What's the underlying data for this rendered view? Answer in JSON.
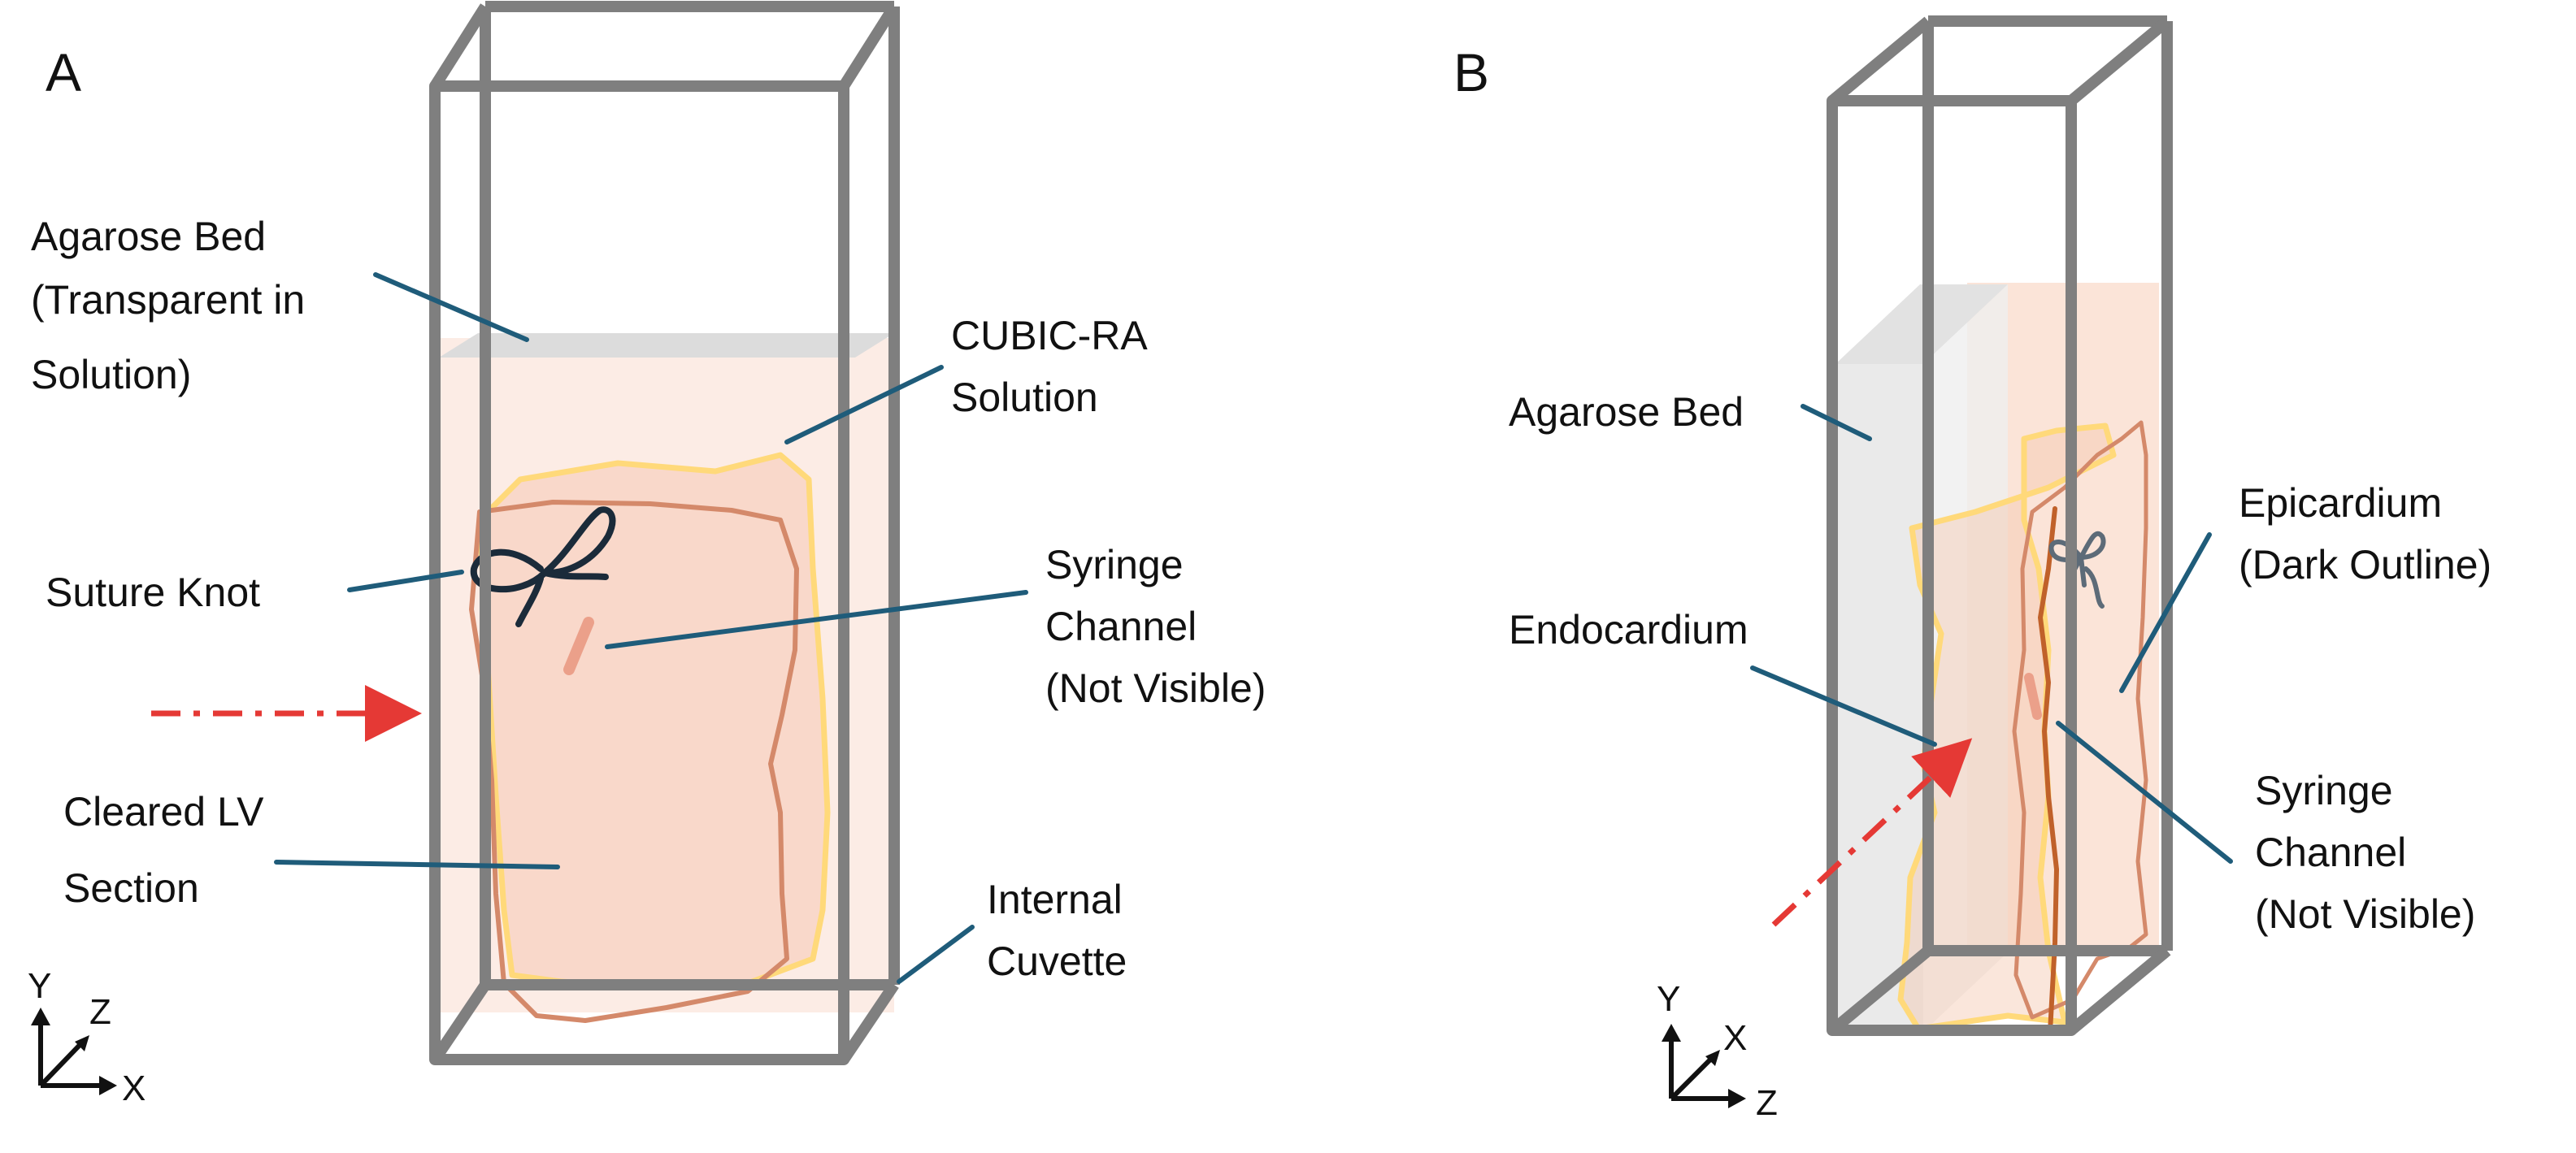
{
  "panel_a": {
    "letter": "A",
    "agarose_bed": [
      "Agarose Bed",
      "(Transparent in",
      "Solution)"
    ],
    "cubic_ra": [
      "CUBIC-RA",
      "Solution"
    ],
    "suture_knot": "Suture Knot",
    "syringe_channel": [
      "Syringe",
      "Channel",
      "(Not Visible)"
    ],
    "cleared_lv": [
      "Cleared LV",
      "Section"
    ],
    "internal_cuvette": [
      "Internal",
      "Cuvette"
    ],
    "axes": {
      "y": "Y",
      "z": "Z",
      "x": "X"
    }
  },
  "panel_b": {
    "letter": "B",
    "agarose_bed": "Agarose Bed",
    "epicardium": [
      "Epicardium",
      "(Dark Outline)"
    ],
    "endocardium": "Endocardium",
    "syringe_channel": [
      "Syringe",
      "Channel",
      "(Not Visible)"
    ],
    "axes": {
      "y": "Y",
      "x": "X",
      "z": "Z"
    }
  },
  "colors": {
    "cuvette": "#7f7f7f",
    "leader": "#1f5c7a",
    "tissue_fill": "#f6c9b4",
    "outer_outline": "#ffd97a",
    "inner_outline": "#d4896a",
    "epicardium_outline": "#c0612a",
    "knot": "#1b2b3a",
    "arrow": "#e53935",
    "agarose": "#dddddd"
  }
}
